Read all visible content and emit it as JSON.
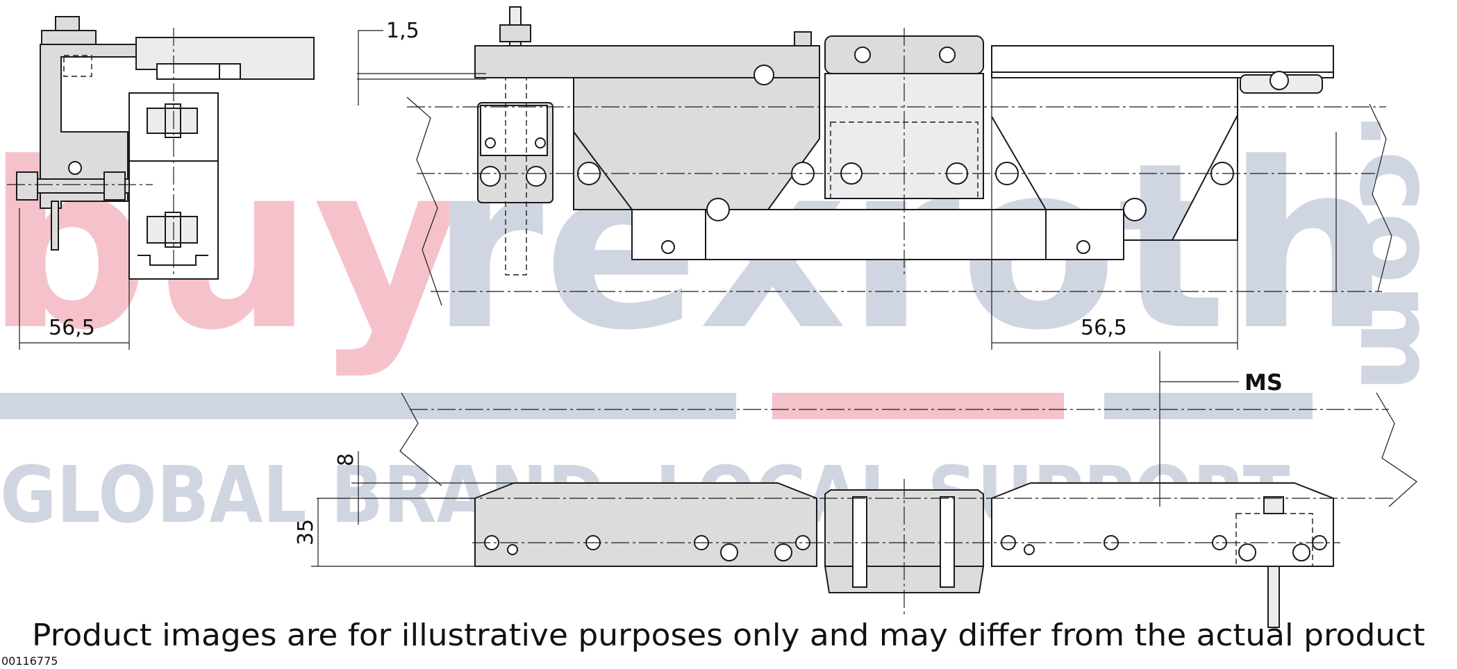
{
  "watermark": {
    "brand_buy": "buy",
    "brand_rexroth": "rexroth",
    "brand_com": ".com",
    "tagline": "GLOBAL BRAND. LOCAL SUPPORT.",
    "color_red": "#f4b8c2",
    "color_blue": "#c8d0dc"
  },
  "dimensions": {
    "offset_top": "1,5",
    "width_left": "56,5",
    "width_right": "56,5",
    "height_small": "8",
    "height_large": "35"
  },
  "labels": {
    "ms": "MS"
  },
  "disclaimer": "Product images are for illustrative purposes only and may differ from the actual product",
  "document_number": "00116775"
}
